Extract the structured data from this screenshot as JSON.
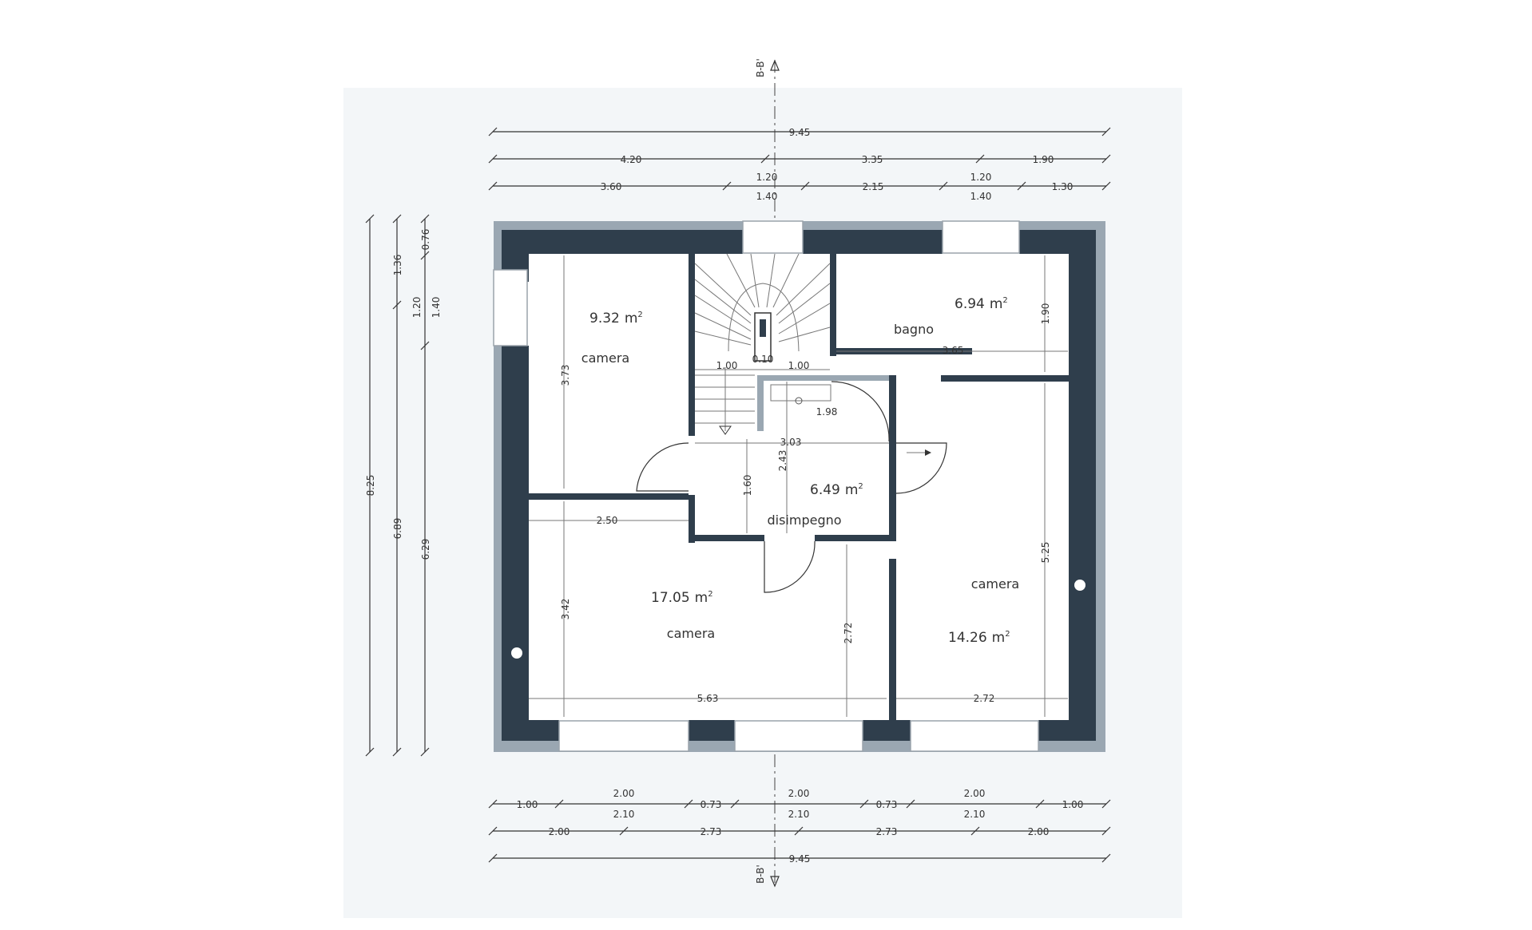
{
  "section_marker": "B-B'",
  "rooms": [
    {
      "name": "camera",
      "area_value": "9.32",
      "area_unit": "m"
    },
    {
      "name": "bagno",
      "area_value": "6.94",
      "area_unit": "m"
    },
    {
      "name": "disimpegno",
      "area_value": "6.49",
      "area_unit": "m"
    },
    {
      "name": "camera",
      "area_value": "17.05",
      "area_unit": "m"
    },
    {
      "name": "camera",
      "area_value": "14.26",
      "area_unit": "m"
    }
  ],
  "area_superscript": "2",
  "top_dimensions": {
    "row1": [
      "9.45"
    ],
    "row2": [
      "4.20",
      "3.35",
      "1.90"
    ],
    "row3": [
      "3.60",
      "1.20",
      "1.40",
      "2.15",
      "1.20",
      "1.40",
      "1.30"
    ]
  },
  "bottom_dimensions": {
    "row1": [
      "1.00",
      "2.00",
      "2.10",
      "0.73",
      "2.00",
      "2.10",
      "0.73",
      "2.00",
      "2.10",
      "1.00"
    ],
    "row2": [
      "2.00",
      "2.73",
      "2.73",
      "2.00"
    ],
    "row3": [
      "9.45"
    ]
  },
  "left_dimensions": {
    "outer": [
      "8.25"
    ],
    "middle": [
      "1.36",
      "1.20",
      "6.89"
    ],
    "inner": [
      "0.76",
      "1.40",
      "6.29"
    ]
  },
  "interior_dimensions": {
    "camera_nw_height": "3.73",
    "bagno_width": "3.65",
    "bagno_height": "1.90",
    "stair_left": "1.00",
    "stair_mid": "0.10",
    "stair_right": "1.00",
    "landing_width": "1.98",
    "disimpegno_width": "3.03",
    "disimpegno_height": "2.43",
    "disimpegno_small": "1.60",
    "camera_sw_depth": "2.50",
    "camera_sw_height": "3.42",
    "camera_sw_width": "5.63",
    "camera_sw_inner_height": "2.72",
    "camera_se_height": "5.25",
    "camera_se_width": "2.72"
  }
}
